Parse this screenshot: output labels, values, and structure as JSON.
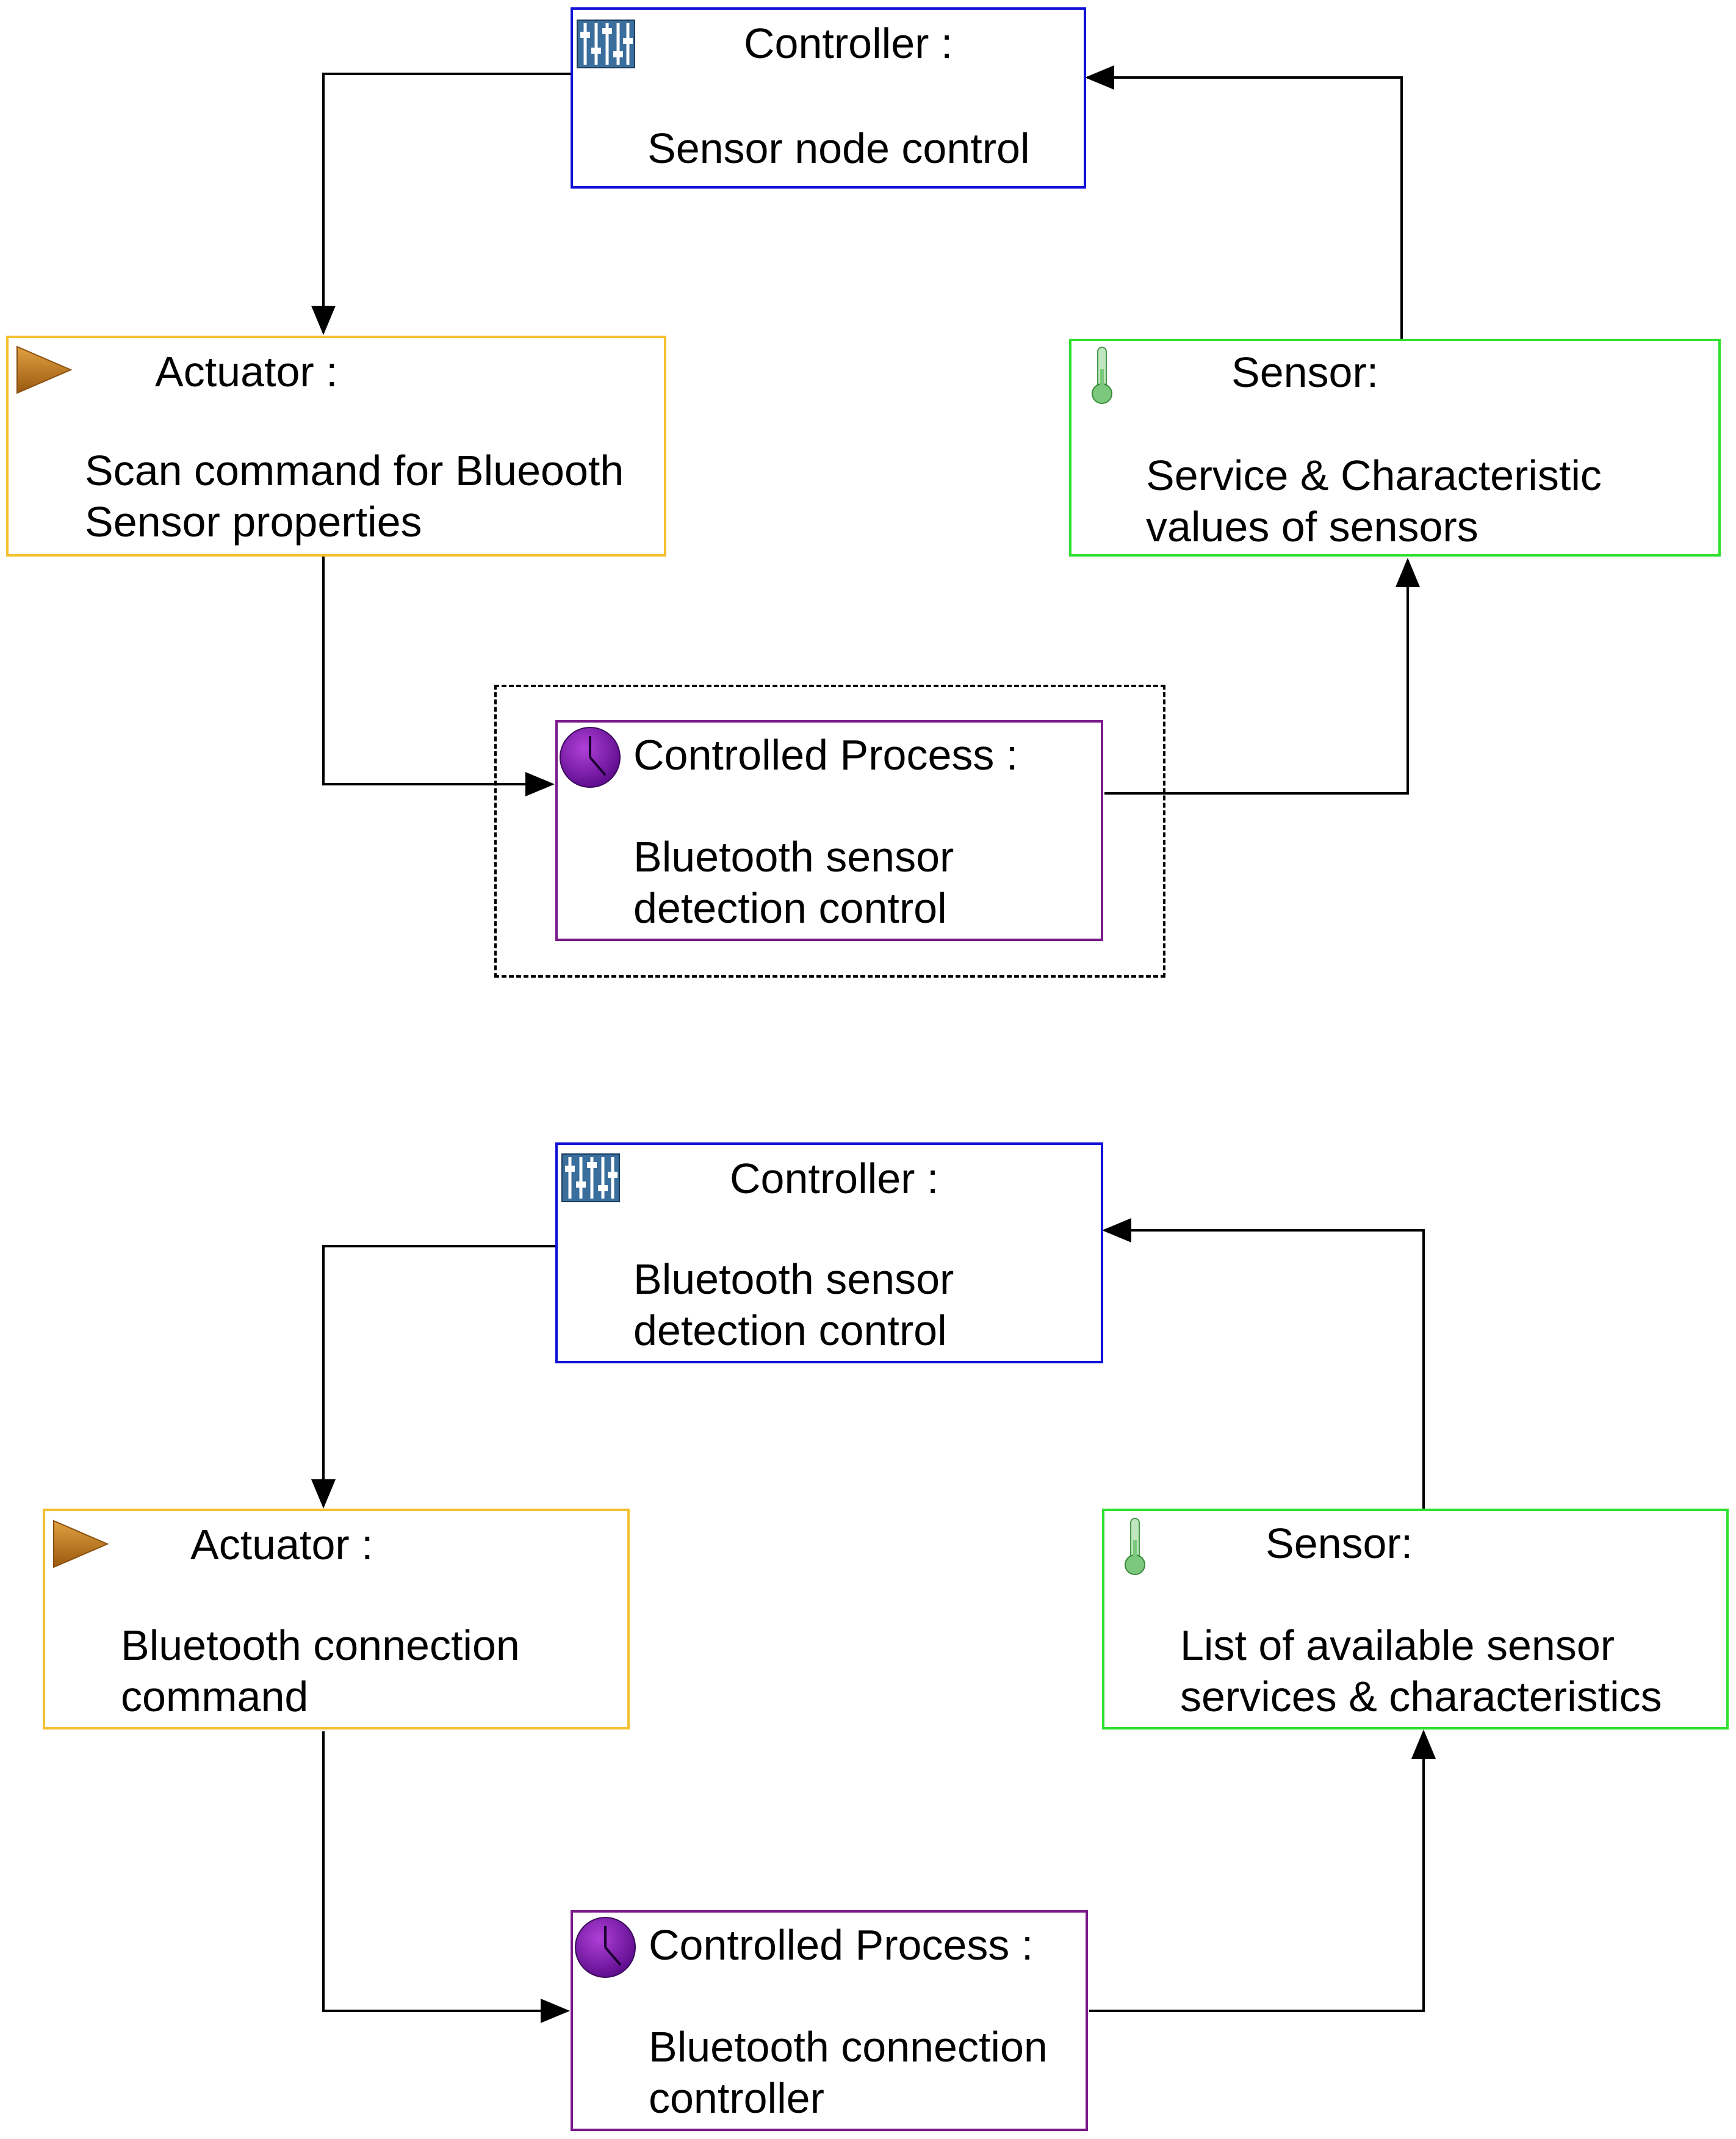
{
  "colors": {
    "controller": "#1010d8",
    "actuator": "#f4c030",
    "sensor": "#30e030",
    "process": "#7a1a8a",
    "arrow": "#000000"
  },
  "icons": {
    "controller": "sliders-icon",
    "actuator": "play-triangle-icon",
    "sensor": "thermometer-icon",
    "process": "clock-icon"
  },
  "loop1": {
    "controller": {
      "title": "Controller :",
      "body": "Sensor node control"
    },
    "actuator": {
      "title": "Actuator :",
      "body": "Scan command for Blueooth\nSensor properties"
    },
    "sensor": {
      "title": "Sensor:",
      "body": "Service & Characteristic\nvalues of sensors"
    },
    "process": {
      "title": "Controlled Process :",
      "body": "Bluetooth sensor\ndetection control"
    }
  },
  "loop2": {
    "controller": {
      "title": "Controller :",
      "body": "Bluetooth sensor\ndetection control"
    },
    "actuator": {
      "title": "Actuator :",
      "body": "Bluetooth connection\ncommand"
    },
    "sensor": {
      "title": "Sensor:",
      "body": "List of available sensor\nservices & characteristics"
    },
    "process": {
      "title": "Controlled Process :",
      "body": "Bluetooth connection\ncontroller"
    }
  }
}
